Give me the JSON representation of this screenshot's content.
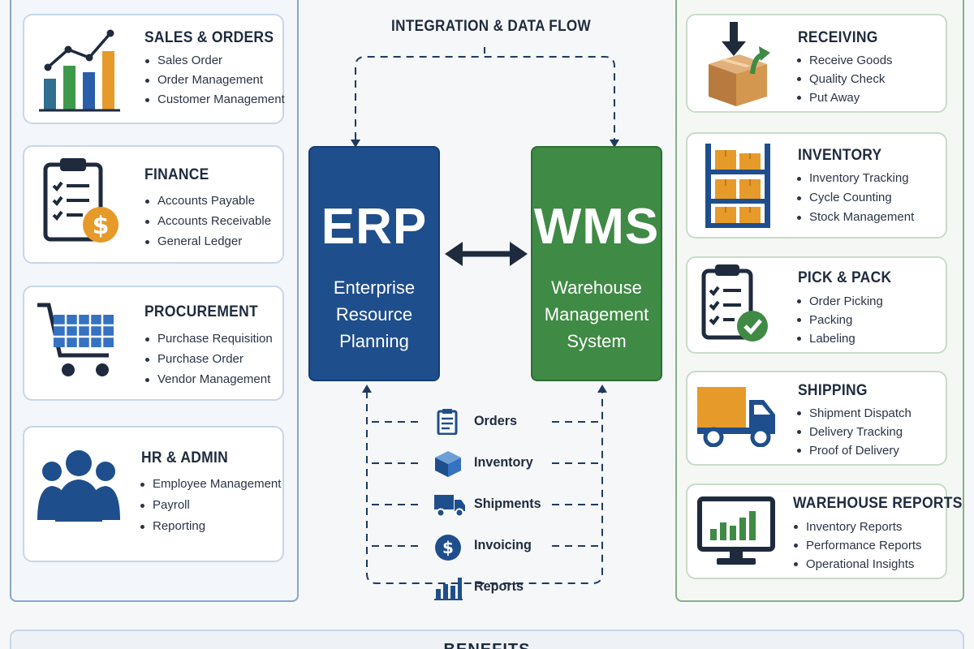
{
  "header": {
    "flow_title": "INTEGRATION & DATA FLOW"
  },
  "erp": {
    "abbr": "ERP",
    "name_lines": [
      "Enterprise",
      "Resource",
      "Planning"
    ],
    "color": "#1f4e8c",
    "modules": [
      {
        "title": "SALES & ORDERS",
        "icon": "bar-chart-icon",
        "items": [
          "Sales Order",
          "Order Management",
          "Customer Management"
        ]
      },
      {
        "title": "FINANCE",
        "icon": "clipboard-dollar-icon",
        "items": [
          "Accounts Payable",
          "Accounts Receivable",
          "General Ledger"
        ]
      },
      {
        "title": "PROCUREMENT",
        "icon": "shopping-cart-icon",
        "items": [
          "Purchase Requisition",
          "Purchase Order",
          "Vendor Management"
        ]
      },
      {
        "title": "HR & ADMIN",
        "icon": "team-icon",
        "items": [
          "Employee Management",
          "Payroll",
          "Reporting"
        ]
      }
    ]
  },
  "wms": {
    "abbr": "WMS",
    "name_lines": [
      "Warehouse",
      "Management",
      "System"
    ],
    "color": "#3f8a45",
    "modules": [
      {
        "title": "RECEIVING",
        "icon": "box-arrow-icon",
        "items": [
          "Receive Goods",
          "Quality Check",
          "Put Away"
        ]
      },
      {
        "title": "INVENTORY",
        "icon": "shelving-icon",
        "items": [
          "Inventory Tracking",
          "Cycle Counting",
          "Stock Management"
        ]
      },
      {
        "title": "PICK & PACK",
        "icon": "clipboard-check-icon",
        "items": [
          "Order Picking",
          "Packing",
          "Labeling"
        ]
      },
      {
        "title": "SHIPPING",
        "icon": "truck-icon",
        "items": [
          "Shipment Dispatch",
          "Delivery Tracking",
          "Proof of Delivery"
        ]
      },
      {
        "title": "WAREHOUSE REPORTS",
        "icon": "monitor-chart-icon",
        "items": [
          "Inventory Reports",
          "Performance Reports",
          "Operational Insights"
        ]
      }
    ]
  },
  "data_flow": [
    {
      "label": "Orders",
      "icon": "document-icon"
    },
    {
      "label": "Inventory",
      "icon": "cube-icon"
    },
    {
      "label": "Shipments",
      "icon": "truck-icon"
    },
    {
      "label": "Invoicing",
      "icon": "dollar-coin-icon"
    },
    {
      "label": "Reports",
      "icon": "bar-chart-icon"
    }
  ],
  "benefits": {
    "title": "BENEFITS"
  }
}
